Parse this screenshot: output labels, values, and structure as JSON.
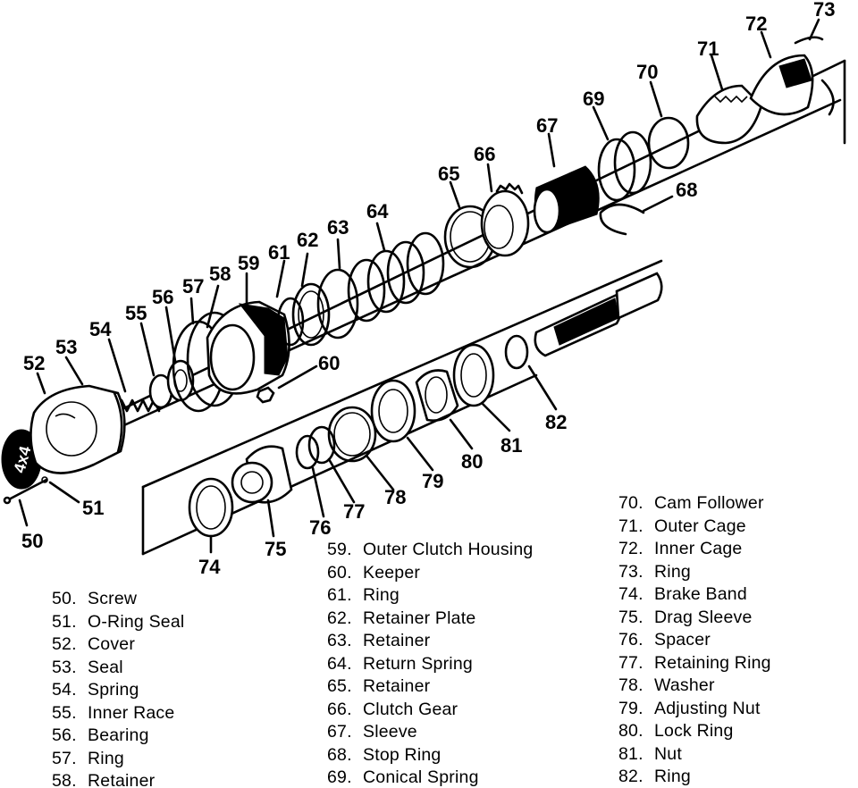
{
  "callouts": {
    "c50": "50",
    "c51": "51",
    "c52": "52",
    "c53": "53",
    "c54": "54",
    "c55": "55",
    "c56": "56",
    "c57": "57",
    "c58": "58",
    "c59": "59",
    "c60": "60",
    "c61": "61",
    "c62": "62",
    "c63": "63",
    "c64": "64",
    "c65": "65",
    "c66": "66",
    "c67": "67",
    "c68": "68",
    "c69": "69",
    "c70": "70",
    "c71": "71",
    "c72": "72",
    "c73": "73",
    "c74": "74",
    "c75": "75",
    "c76": "76",
    "c77": "77",
    "c78": "78",
    "c79": "79",
    "c80": "80",
    "c81": "81",
    "c82": "82"
  },
  "badge": {
    "text": "4x4"
  },
  "legend": {
    "col1": [
      {
        "num": "50.",
        "name": "Screw"
      },
      {
        "num": "51.",
        "name": "O-Ring Seal"
      },
      {
        "num": "52.",
        "name": "Cover"
      },
      {
        "num": "53.",
        "name": "Seal"
      },
      {
        "num": "54.",
        "name": "Spring"
      },
      {
        "num": "55.",
        "name": "Inner Race"
      },
      {
        "num": "56.",
        "name": "Bearing"
      },
      {
        "num": "57.",
        "name": "Ring"
      },
      {
        "num": "58.",
        "name": "Retainer"
      }
    ],
    "col2": [
      {
        "num": "59.",
        "name": "Outer Clutch Housing"
      },
      {
        "num": "60.",
        "name": "Keeper"
      },
      {
        "num": "61.",
        "name": "Ring"
      },
      {
        "num": "62.",
        "name": "Retainer Plate"
      },
      {
        "num": "63.",
        "name": "Retainer"
      },
      {
        "num": "64.",
        "name": "Return Spring"
      },
      {
        "num": "65.",
        "name": "Retainer"
      },
      {
        "num": "66.",
        "name": "Clutch Gear"
      },
      {
        "num": "67.",
        "name": "Sleeve"
      },
      {
        "num": "68.",
        "name": "Stop Ring"
      },
      {
        "num": "69.",
        "name": "Conical Spring"
      }
    ],
    "col3": [
      {
        "num": "70.",
        "name": "Cam Follower"
      },
      {
        "num": "71.",
        "name": "Outer Cage"
      },
      {
        "num": "72.",
        "name": "Inner Cage"
      },
      {
        "num": "73.",
        "name": "Ring"
      },
      {
        "num": "74.",
        "name": "Brake Band"
      },
      {
        "num": "75.",
        "name": "Drag Sleeve"
      },
      {
        "num": "76.",
        "name": "Spacer"
      },
      {
        "num": "77.",
        "name": "Retaining Ring"
      },
      {
        "num": "78.",
        "name": "Washer"
      },
      {
        "num": "79.",
        "name": "Adjusting Nut"
      },
      {
        "num": "80.",
        "name": "Lock Ring"
      },
      {
        "num": "81.",
        "name": "Nut"
      },
      {
        "num": "82.",
        "name": "Ring"
      }
    ]
  }
}
